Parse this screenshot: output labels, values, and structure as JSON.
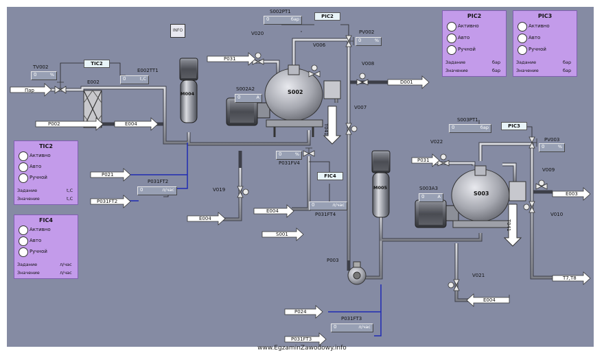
{
  "watermark": "www.EgzaminZawodowy.info",
  "info_icon_label": "INFO",
  "panels": {
    "tic2": {
      "title": "TIC2",
      "options": [
        "Активно",
        "Авто",
        "Ручной"
      ],
      "rows": [
        {
          "label": "Задание",
          "unit": "t,C"
        },
        {
          "label": "Значение",
          "unit": "t,C"
        }
      ]
    },
    "fic4": {
      "title": "FIC4",
      "options": [
        "Активно",
        "Авто",
        "Ручной"
      ],
      "rows": [
        {
          "label": "Задание",
          "unit": "л/час"
        },
        {
          "label": "Значение",
          "unit": "л/час"
        }
      ]
    },
    "pic2": {
      "title": "PIC2",
      "options": [
        "Активно",
        "Авто",
        "Ручной"
      ],
      "rows": [
        {
          "label": "Задание",
          "unit": "бар"
        },
        {
          "label": "Значение",
          "unit": "бар"
        }
      ]
    },
    "pic3": {
      "title": "PIC3",
      "options": [
        "Активно",
        "Авто",
        "Ручной"
      ],
      "rows": [
        {
          "label": "Задание",
          "unit": "бар"
        },
        {
          "label": "Значение",
          "unit": "бар"
        }
      ]
    }
  },
  "controllers": {
    "tic2": "TIC2",
    "pic2": "PIC2",
    "pic3": "PIC3",
    "fic4": "FIC4"
  },
  "readouts": {
    "tv002": {
      "value": "0",
      "unit": "%"
    },
    "e002tt1": {
      "value": "0",
      "unit": "t,C"
    },
    "s002pt1": {
      "value": "0",
      "unit": "бар"
    },
    "pv002": {
      "value": "0",
      "unit": "%"
    },
    "s002a2": {
      "value": "0",
      "unit": "A"
    },
    "p031fv4": {
      "value": "0",
      "unit": "%"
    },
    "p031ft2": {
      "value": "0",
      "unit": "л/час"
    },
    "p031ft4": {
      "value": "0",
      "unit": "л/час"
    },
    "s003pt1": {
      "value": "0",
      "unit": "бар"
    },
    "pv003": {
      "value": "0",
      "unit": "%"
    },
    "s003a3": {
      "value": "0",
      "unit": "A"
    },
    "p031ft3": {
      "value": "0",
      "unit": "л/час"
    }
  },
  "labels": {
    "tv002": "TV002",
    "e002tt1": "E002TT1",
    "e002": "E002",
    "m004": "M004",
    "v020": "V020",
    "s002pt1": "S002PT1",
    "pv002": "PV002",
    "v006": "V006",
    "v008": "V008",
    "s002a2": "S002A2",
    "s002": "S002",
    "t041a": "T041",
    "v007": "V007",
    "p031fv4": "P031FV4",
    "p031ft2": "P031FT2",
    "v019": "V019",
    "p031ft4": "P031FT4",
    "s003pt1": "S003PT1",
    "pv003": "PV003",
    "v022": "V022",
    "s003a3": "S003A3",
    "s003": "S003",
    "v009": "V009",
    "t041b": "T041",
    "v010": "V010",
    "m005": "M005",
    "p003": "P003",
    "v021": "V021",
    "p031ft3": "P031FT3"
  },
  "streams": {
    "par": "Пар",
    "p002": "P002",
    "e004a": "E004",
    "p031a": "P031",
    "d001": "D001",
    "p021": "P021",
    "p031ft2": "P031FT2",
    "e004b": "E004",
    "e004c": "E004",
    "s001": "S001",
    "p031b": "P031",
    "e003": "E003",
    "t7t8": "T7,T8",
    "e004d": "E004",
    "p024": "P024",
    "p031ft3": "P031FT3"
  }
}
